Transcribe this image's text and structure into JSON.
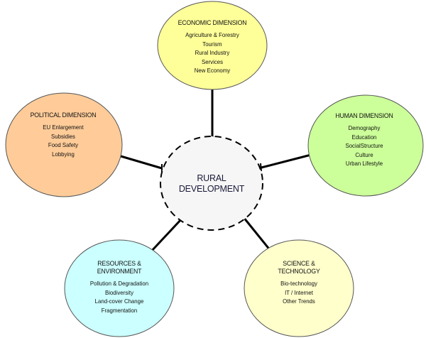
{
  "center": {
    "lines": [
      "RURAL",
      "DEVELOPMENT"
    ],
    "fill": "#f6f6f6",
    "border_style": "dashed"
  },
  "nodes": [
    {
      "id": "economic",
      "title_lines": [
        "ECONOMIC DIMENSION"
      ],
      "items": [
        "Agriculture & Forestry",
        "Tourism",
        "Rural Industry",
        "Services",
        "New Economy"
      ],
      "fill": "#FFFF99"
    },
    {
      "id": "political",
      "title_lines": [
        "POLITICAL DIMENSION"
      ],
      "items": [
        "EU Enlargement",
        "Subsidies",
        "Food Safety",
        "Lobbying"
      ],
      "fill": "#FFCC99"
    },
    {
      "id": "human",
      "title_lines": [
        "HUMAN DIMENSION"
      ],
      "items": [
        "Demography",
        "Education",
        "SocialStructure",
        "Culture",
        "Urban Lifestyle"
      ],
      "fill": "#CCFF99"
    },
    {
      "id": "resources",
      "title_lines": [
        "RESOURCES &",
        "ENVIRONMENT"
      ],
      "items": [
        "Pollution & Degradation",
        "Biodiversity",
        "Land-cover Change",
        "Fragmentation"
      ],
      "fill": "#CCFFFF"
    },
    {
      "id": "science",
      "title_lines": [
        "SCIENCE &",
        "TECHNOLOGY"
      ],
      "items": [
        "Bio-technology",
        "IT / Internet",
        "Other Trends"
      ],
      "fill": "#FFFFCC"
    }
  ]
}
